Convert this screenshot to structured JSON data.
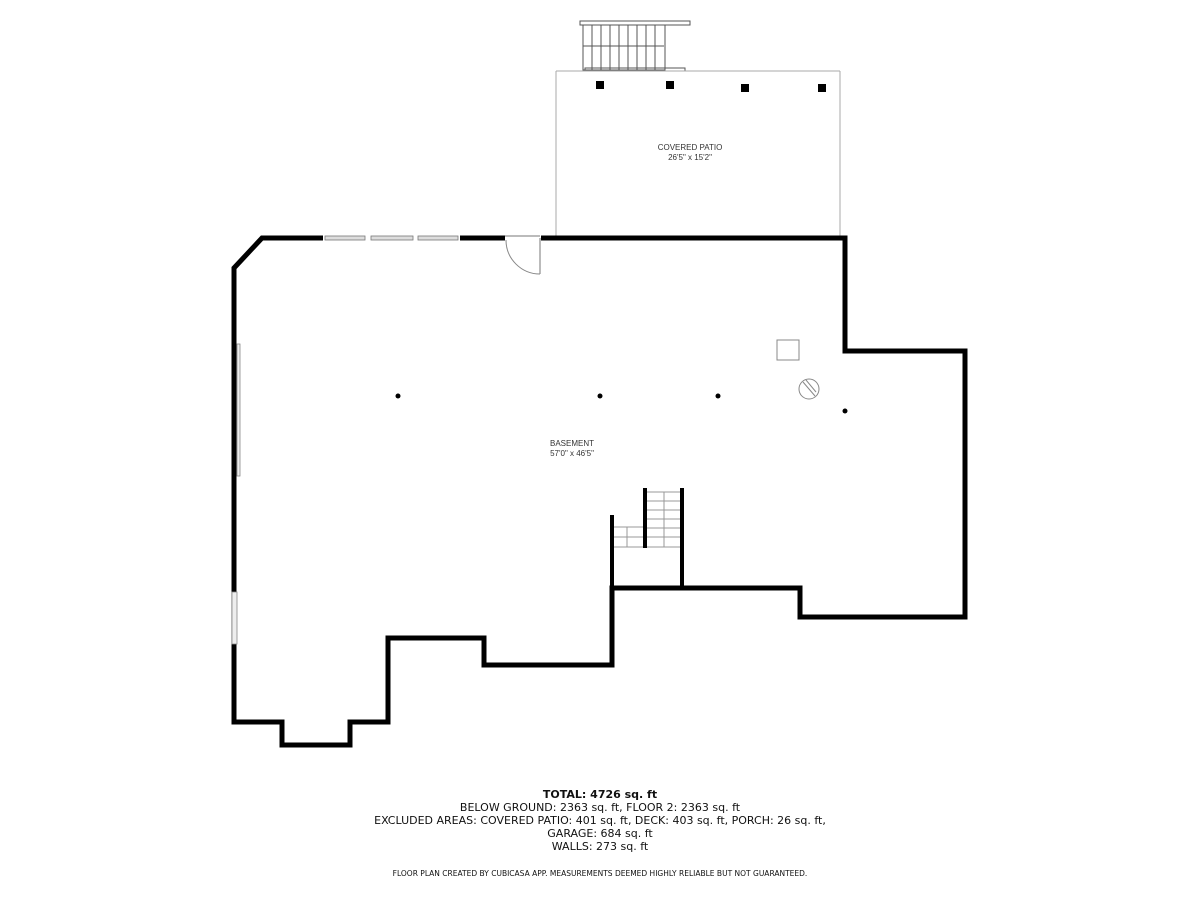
{
  "rooms": [
    {
      "name": "COVERED PATIO",
      "dimensions": "26'5\" x 15'2\""
    },
    {
      "name": "BASEMENT",
      "dimensions": "57'0\" x 46'5\""
    }
  ],
  "summary": {
    "total": "TOTAL: 4726 sq. ft",
    "floors": "BELOW GROUND: 2363 sq. ft, FLOOR 2: 2363 sq. ft",
    "excluded": "EXCLUDED AREAS: COVERED PATIO: 401 sq. ft, DECK: 403 sq. ft, PORCH: 26 sq. ft,",
    "garage": "GARAGE: 684 sq. ft",
    "walls": "WALLS: 273 sq. ft"
  },
  "disclaimer": "FLOOR PLAN CREATED BY CUBICASA APP. MEASUREMENTS DEEMED HIGHLY RELIABLE BUT NOT GUARANTEED."
}
